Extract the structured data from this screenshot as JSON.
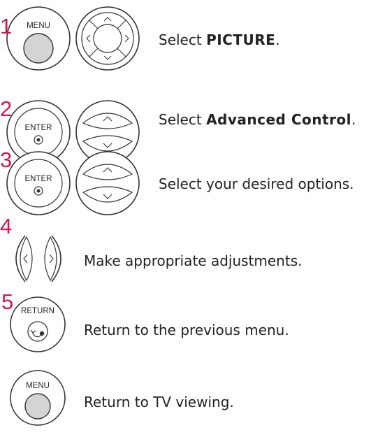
{
  "steps": [
    {
      "number": "1",
      "button_label": "MENU",
      "text_prefix": "Select ",
      "text_bold": "PICTURE",
      "text_suffix": "."
    },
    {
      "number": "2",
      "button_label": "ENTER",
      "text_prefix": "Select ",
      "text_bold": "Advanced Control",
      "text_suffix": "."
    },
    {
      "number": "3",
      "button_label": "ENTER",
      "text": "Select your desired options."
    },
    {
      "number": "4",
      "text": "Make appropriate adjustments."
    },
    {
      "number": "5",
      "button_label": "RETURN",
      "text": "Return to the previous menu."
    },
    {
      "button_label": "MENU",
      "text": "Return to TV viewing."
    }
  ],
  "colors": {
    "step_number": "#d4145a",
    "button_outline": "#333333",
    "menu_button_fill": "#d4d4d4"
  },
  "icons": [
    "menu-button-icon",
    "four-way-navigation-icon",
    "enter-button-icon",
    "up-down-navigation-icon",
    "left-right-navigation-icon",
    "return-button-icon"
  ]
}
